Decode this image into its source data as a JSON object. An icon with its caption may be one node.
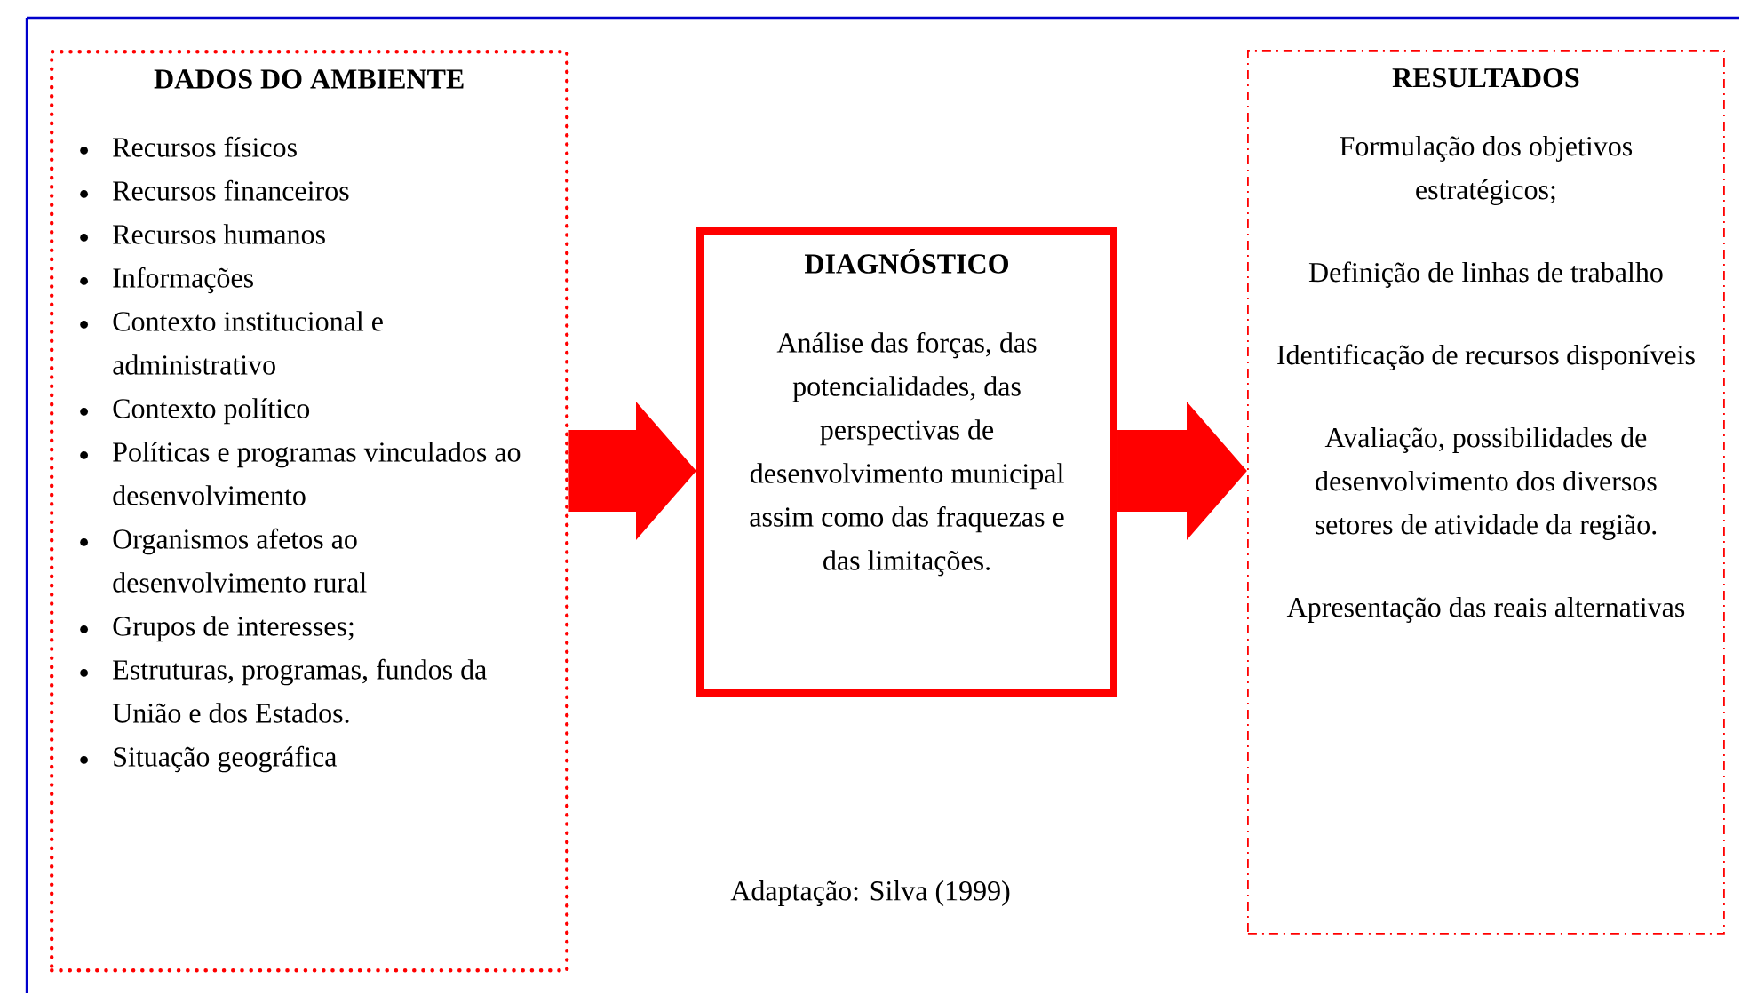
{
  "diagram": {
    "nodes": [
      {
        "text": [
          "DADOS DO AMBIENTE",
          "Recursos físicos",
          "Recursos financeiros",
          "Recursos humanos",
          "Informações",
          "Contexto institucional e administrativo",
          "Contexto político",
          "Políticas e programas vinculados ao desenvolvimento",
          "Organismos afetos ao desenvolvimento rural",
          "Grupos de interesses;",
          "Estruturas, programas, fundos da União e dos Estados.",
          "Situação geográfica"
        ]
      },
      {
        "text": [
          "DIAGNÓSTICO",
          "Análise das forças, das potencialidades, das perspectivas de desenvolvimento municipal assim como das fraquezas e das limitações."
        ]
      },
      {
        "text": [
          "RESULTADOS",
          "Formulação dos objetivos estratégicos;",
          "Definição de linhas de trabalho",
          "Identificação de recursos disponíveis",
          "Avaliação, possibilidades de desenvolvimento dos diversos setores de atividade da região.",
          "Apresentação das reais alternativas"
        ]
      }
    ],
    "edges": [
      {
        "from": 0,
        "to": 1,
        "arrow": "to"
      },
      {
        "from": 1,
        "to": 2,
        "arrow": "to"
      }
    ],
    "labels": [
      "Adaptação: Silva (1999)"
    ]
  }
}
